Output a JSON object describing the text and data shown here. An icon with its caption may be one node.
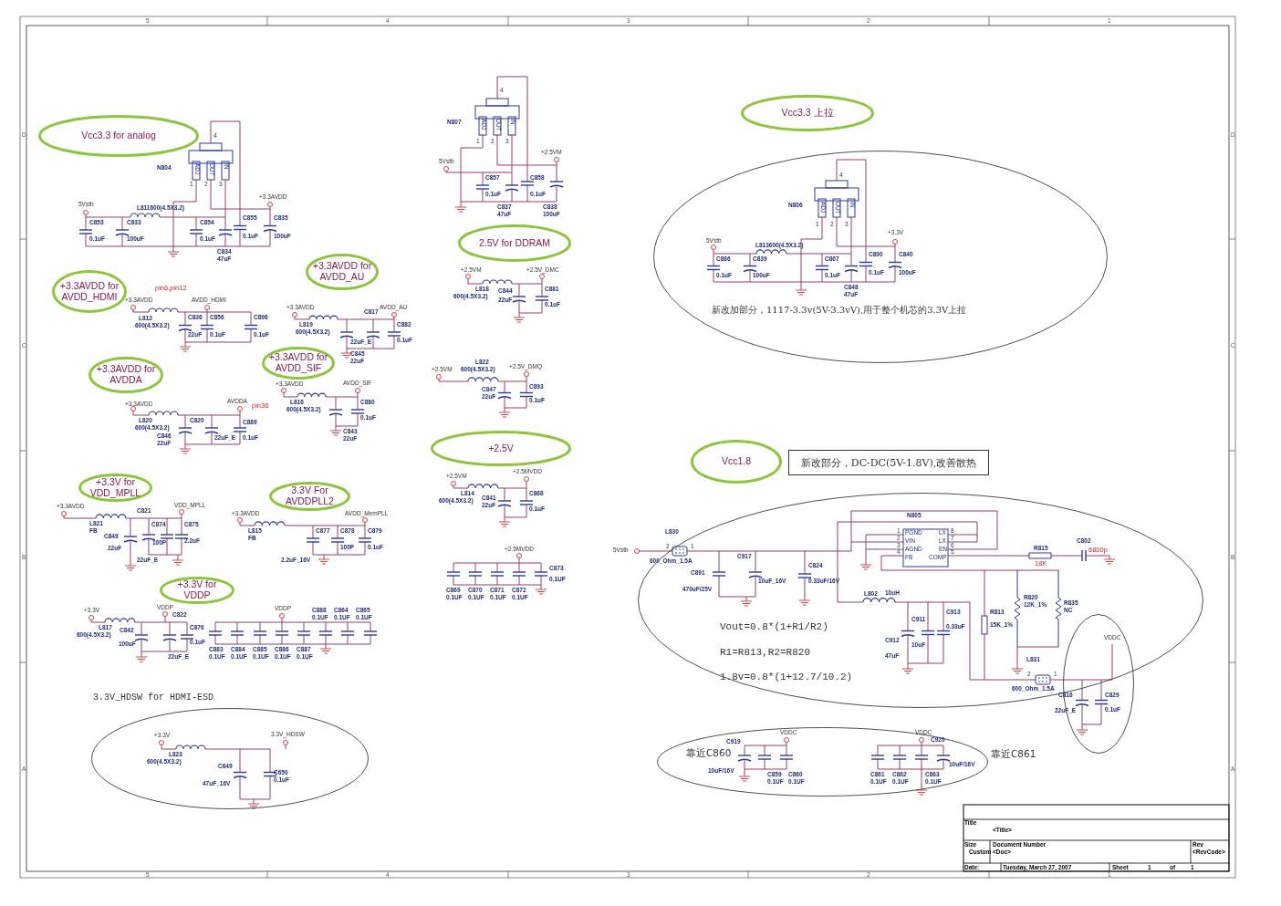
{
  "diagram": {
    "nodes": [
      {
        "text": [
          "Vcc3.3 for analog"
        ]
      },
      {
        "text": [
          "Vcc3.3 上拉"
        ]
      },
      {
        "text": [
          "新改加部分，1117-3.3v(5V-3.3vV),用于整个机芯的3.3V上拉"
        ]
      },
      {
        "text": [
          "2.5V for DDRAM"
        ]
      },
      {
        "text": [
          "+3.3AVDD for AVDD_AU"
        ]
      },
      {
        "text": [
          "+3.3AVDD for AVDD_HDMI"
        ]
      },
      {
        "text": [
          "+3.3AVDD for AVDD_SIF"
        ]
      },
      {
        "text": [
          "+3.3AVDD for AVDDA"
        ]
      },
      {
        "text": [
          "+2.5V"
        ]
      },
      {
        "text": [
          "Vcc1.8"
        ]
      },
      {
        "text": [
          "新改部分，DC-DC(5V-1.8V),改善散热"
        ]
      },
      {
        "text": [
          "+3.3V for VDD_MPLL"
        ]
      },
      {
        "text": [
          "3.3V For AVDDPLL2"
        ]
      },
      {
        "text": [
          "Vout=0.8*(1+R1/R2)",
          "R1=R813,R2=R820",
          "1.8v=0.8*(1+12.7/10.2)"
        ]
      },
      {
        "text": [
          "+3.3V for VDDP"
        ]
      },
      {
        "text": [],
        "shape": "ellipse"
      },
      {
        "text": [
          "3.3V_HDSW for HDMI-ESD"
        ]
      },
      {
        "text": [],
        "shape": "ellipse"
      }
    ],
    "labels": [
      "N804",
      "4",
      "ADJ",
      "OUT",
      "IN",
      "1",
      "2",
      "3",
      "5Vstb",
      "L811600(4.5X3.2)",
      "+3.3AVDD",
      "C853",
      "0.1uF",
      "C833",
      "100uF",
      "C854",
      "0.1uF",
      "C855",
      "0.1uF",
      "C835",
      "100uF",
      "C834",
      "47uF",
      "N807",
      "4",
      "ADJ",
      "OUT",
      "IN",
      "1",
      "2",
      "3",
      "5Vstb",
      "+2.5VM",
      "C857",
      "0.1uF",
      "C837",
      "47uF",
      "C858",
      "0.1uF",
      "C838",
      "100uF",
      "N806",
      "4",
      "ADJ",
      "OUT",
      "IN",
      "1",
      "2",
      "3",
      "5Vstb",
      "L813600(4.5X3.2)",
      "+3.3V",
      "C866",
      "0.1uF",
      "C839",
      "100uF",
      "C867",
      "0.1uF",
      "C890",
      "0.1uF",
      "C840",
      "100uF",
      "C848",
      "47uF",
      "+3.3AVDD",
      "pin6,pin12",
      "AVDD_HDMI",
      "L812",
      "600(4.5X3.2)",
      "C836",
      "22uF",
      "C856",
      "0.1uF",
      "C896",
      "0.1uF",
      "+3.3AVDD",
      "AVDD_AU",
      "L819",
      "600(4.5X3.2)",
      "C817",
      "C882",
      "0.1uF",
      "22uF_E",
      "C845",
      "22uF",
      "+3.3AVDD",
      "AVDD_SIF",
      "L816",
      "600(4.5X3.2)",
      "C880",
      "0.1uF",
      "C843",
      "22uF",
      "AVDDA",
      "+3.3AVDD",
      "pin36",
      "L820",
      "600(4.5X3.2)",
      "C820",
      "C846",
      "22uF",
      "22uF_E",
      "C889",
      "0.1uF",
      "+2.5VM",
      "+2.5V_DMC",
      "L818",
      "600(4.5X3.2)",
      "C844",
      "22uF",
      "C881",
      "0.1uF",
      "+2.5VM",
      "L822",
      "600(4.5X3.2)",
      "+2.5V_DMQ",
      "C847",
      "22uF",
      "C893",
      "0.1uF",
      "+2.5VM",
      "+2.5MVDD",
      "L814",
      "600(4.5X3.2)",
      "C841",
      "22uF",
      "C868",
      "0.1uF",
      "+2.5MVDD",
      "C869",
      "0.1UF",
      "C870",
      "0.1UF",
      "C871",
      "0.1UF",
      "C872",
      "0.1UF",
      "C873",
      "0.1UF",
      "+3.3AVDD",
      "VDD_MPLL",
      "C821",
      "L821",
      "FB",
      "C874",
      "C875",
      "2.2uF",
      "100P",
      "C849",
      "22uF_E",
      "22uF",
      "+3.3AVDD",
      "AVDD_MemPLL",
      "L815",
      "FB",
      "C877",
      "C878",
      "C879",
      "2.2uF_16V",
      "100P",
      "0.1uF",
      "+3.3V",
      "VDDP",
      "C822",
      "L817",
      "600(4.5X3.2)",
      "C842",
      "100uF",
      "C876",
      "0.1uF",
      "22uF_E",
      "VDDP",
      "C888",
      "0.1UF",
      "C864",
      "0.1UF",
      "C865",
      "0.1UF",
      "C883",
      "0.1UF",
      "C884",
      "0.1UF",
      "C885",
      "0.1UF",
      "C886",
      "0.1UF",
      "C887",
      "0.1UF",
      "+3.3V",
      "3.3V_HDSW",
      "L823",
      "600(4.5X3.2)",
      "C649",
      "47uF_16V",
      "C650",
      "0.1uF",
      "5Vstb",
      "L830",
      "2",
      "1",
      "600_Ohm_1.5A",
      "C917",
      "10uF_16V",
      "C891",
      "470uF/25V",
      "C824",
      "0.33uF/16V",
      "N805",
      "1",
      "2",
      "3",
      "4",
      "PGND",
      "VIN",
      "AGND",
      "FB",
      "LX",
      "LX",
      "EN",
      "COMP",
      "8",
      "7",
      "6",
      "5",
      "R815",
      "18K",
      "C802",
      "6800p",
      "L802",
      "10uH",
      "C913",
      "0.33uF",
      "C911",
      "10uF",
      "C912",
      "47uF",
      "R813",
      "15K_1%",
      "R820",
      "12K_1%",
      "R835",
      "NC",
      "L831",
      "2",
      "1",
      "600_Ohm_1.5A",
      "VDDC",
      "C816",
      "22uF_E",
      "C829",
      "0.1uF",
      "VDDC",
      "C919",
      "靠近C860",
      "10uF/16V",
      "C859",
      "0.1UF",
      "C860",
      "0.1UF",
      "VDDC",
      "C920",
      "靠近C861",
      "10uF/16V",
      "C861",
      "0.1UF",
      "C862",
      "0.1UF",
      "C863",
      "0.1UF",
      "5",
      "4",
      "3",
      "2",
      "1",
      "D",
      "D",
      "C",
      "C",
      "B",
      "B",
      "A",
      "A",
      "Title",
      "<Title>",
      "Size",
      "Custom",
      "Document Number",
      "<Doc>",
      "Rev",
      "<RevCode>",
      "Date:",
      "Tuesday, March 27, 2007",
      "Sheet",
      "1",
      "of",
      "1",
      "5",
      "4",
      "3",
      "2",
      "1"
    ]
  }
}
